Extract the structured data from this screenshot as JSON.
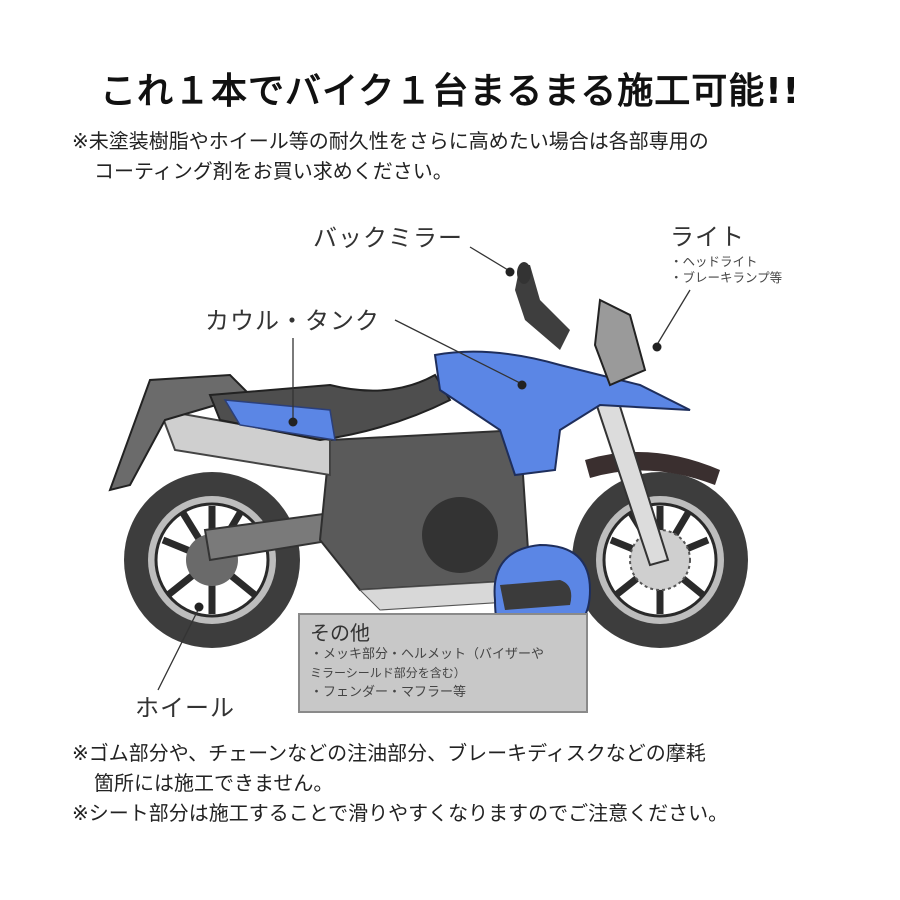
{
  "header": {
    "title": "これ１本でバイク１台まるまる施工可能!!"
  },
  "top_note": {
    "line1": "※未塗装樹脂やホイール等の耐久性をさらに高めたい場合は各部専用の",
    "line2": "コーティング剤をお買い求めください。"
  },
  "labels": {
    "mirror": "バックミラー",
    "light": {
      "title": "ライト",
      "items": [
        "・ヘッドライト",
        "・ブレーキランプ等"
      ]
    },
    "cowl_tank": "カウル・タンク",
    "wheel": "ホイール"
  },
  "other_box": {
    "title": "その他",
    "items": [
      "・メッキ部分・ヘルメット（バイザーや",
      "ミラーシールド部分を含む）",
      "・フェンダー・マフラー等"
    ]
  },
  "bottom_notes": {
    "note1_line1": "※ゴム部分や、チェーンなどの注油部分、ブレーキディスクなどの摩耗",
    "note1_line2": "箇所には施工できません。",
    "note2": "※シート部分は施工することで滑りやすくなりますのでご注意ください。"
  },
  "colors": {
    "highlight_blue": "#5b86e5",
    "bike_dark": "#4a4a4a",
    "box_bg": "#c8c8c8"
  }
}
